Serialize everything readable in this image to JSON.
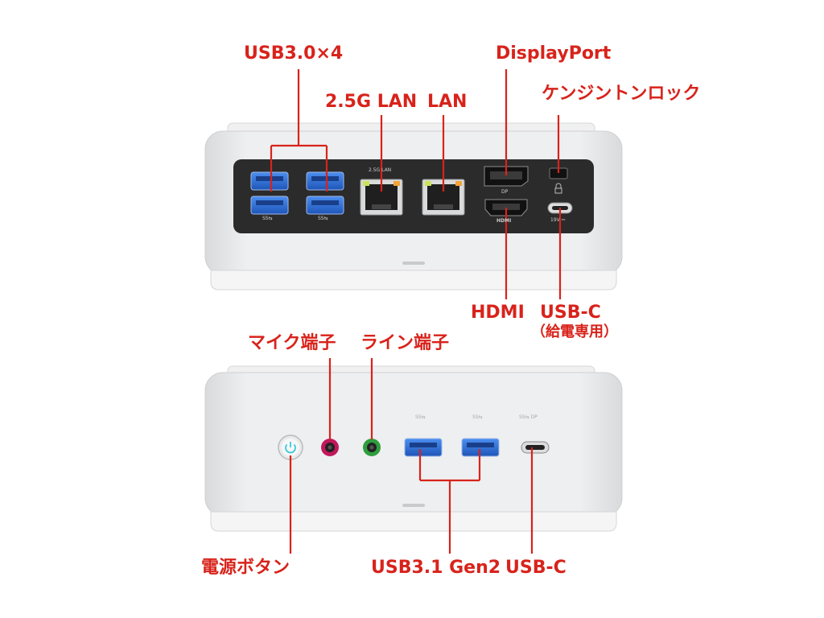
{
  "colors": {
    "callout_red": "#d8231b",
    "chassis_silver": "#e8e9eb",
    "panel_black": "#2b2b2b",
    "usb_blue": "#2f6fd6",
    "power_ring_cyan": "#3ec9df",
    "mic_pink": "#c2185b",
    "line_green": "#2e9e3c"
  },
  "rear_panel": {
    "labels": {
      "usb30x4": "USB3.0×4",
      "lan25g": "2.5G LAN",
      "lan": "LAN",
      "displayport": "DisplayPort",
      "kensington": "ケンジントンロック",
      "hdmi": "HDMI",
      "usbc": "USB-C",
      "usbc_note": "（給電専用）"
    },
    "silk": {
      "lan25g": "2.5G LAN",
      "usb_left": "SS⇆",
      "usb_right": "SS⇆",
      "dp": "DP",
      "hdmi": "HDMI",
      "dcin": "19V ⎓"
    },
    "icons": [
      "usb-a-port-icon",
      "ethernet-port-icon",
      "displayport-icon",
      "hdmi-port-icon",
      "usb-c-port-icon",
      "lock-icon"
    ]
  },
  "front_panel": {
    "labels": {
      "mic": "マイク端子",
      "line": "ライン端子",
      "power": "電源ボタン",
      "usb31": "USB3.1 Gen2",
      "usbc": "USB-C"
    },
    "silk": {
      "usb_a1": "SS⇆",
      "usb_a2": "SS⇆",
      "usb_c": "SS⇆ DP"
    },
    "icons": [
      "power-button-icon",
      "microphone-jack-icon",
      "audio-line-jack-icon",
      "usb-a-port-icon",
      "usb-c-port-icon"
    ]
  }
}
